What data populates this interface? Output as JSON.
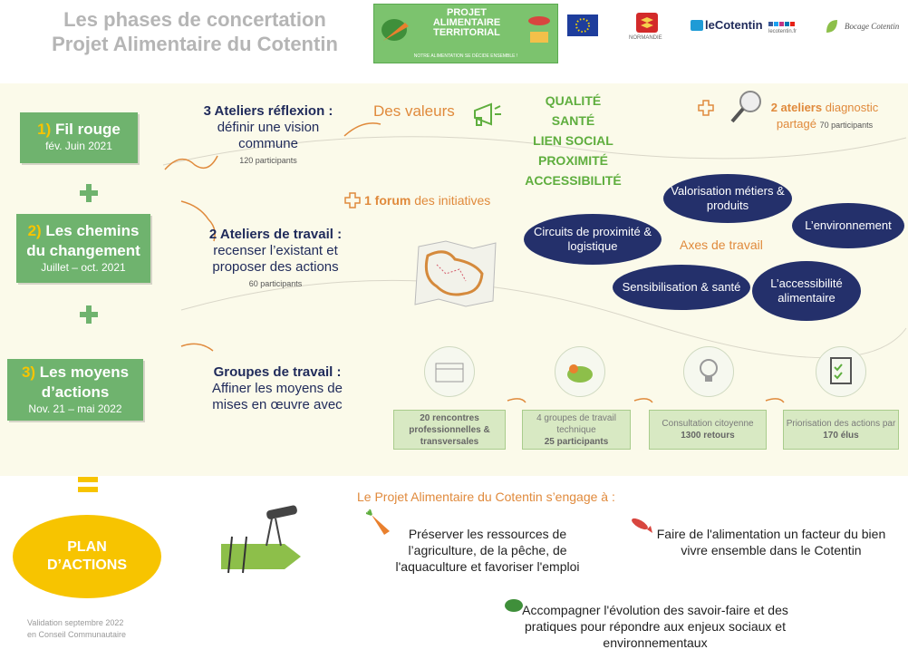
{
  "header": {
    "title_line1": "Les phases de concertation",
    "title_line2": "Projet Alimentaire du Cotentin",
    "banner_title_1": "PROJET",
    "banner_title_2": "ALIMENTAIRE",
    "banner_title_3": "TERRITORIAL",
    "banner_sub": "NOTRE ALIMENTATION SE DÉCIDE ENSEMBLE !",
    "logo_normandie": "NORMANDIE",
    "logo_lecotentin": "leCotentin",
    "logo_lecotentin_web": "lecotentin.fr",
    "logo_bocage": "Bocage Cotentin"
  },
  "phases": [
    {
      "num": "1)",
      "title_a": "Fil rouge",
      "title_b": "",
      "dates": "fév. Juin 2021"
    },
    {
      "num": "2)",
      "title_a": "Les chemins",
      "title_b": "du changement",
      "dates": "Juillet – oct. 2021"
    },
    {
      "num": "3)",
      "title_a": "Les moyens",
      "title_b": "d’actions",
      "dates": "Nov. 21 – mai 2022"
    }
  ],
  "ateliers": {
    "reflexion_bold": "3 Ateliers réflexion :",
    "reflexion_text": "définir une vision commune",
    "reflexion_count": "120 participants",
    "travail_bold": "2 Ateliers de travail :",
    "travail_text": "recenser l’existant et proposer des actions",
    "travail_count": "60 participants",
    "groupes_bold": "Groupes de travail :",
    "groupes_text": "Affiner les moyens de mises en œuvre avec"
  },
  "valeurs": {
    "label": "Des valeurs",
    "items": [
      "QUALITÉ",
      "SANTÉ",
      "LIEN SOCIAL",
      "PROXIMITÉ",
      "ACCESSIBILITÉ"
    ]
  },
  "diagnostic": {
    "bold": "2 ateliers",
    "text": "diagnostic partagé",
    "count": "70 participants"
  },
  "forum": {
    "bold": "1 forum",
    "text": "des initiatives"
  },
  "axes": {
    "label": "Axes de travail",
    "items": [
      "Valorisation métiers & produits",
      "Circuits de proximité & logistique",
      "L’environnement",
      "Sensibilisation & santé",
      "L’accessibilité alimentaire"
    ]
  },
  "stats": [
    {
      "text": "20 rencontres professionnelles & transversales",
      "bold": ""
    },
    {
      "text": "4 groupes de travail technique",
      "bold": "25 participants"
    },
    {
      "text": "Consultation citoyenne",
      "bold": "1300 retours"
    },
    {
      "text": "Priorisation des actions par",
      "bold": "170 élus"
    }
  ],
  "plan": {
    "line1": "PLAN",
    "line2": "D’ACTIONS"
  },
  "engagement": {
    "title": "Le Projet Alimentaire du Cotentin s’engage à :",
    "item1": "Préserver les ressources de l’agriculture, de la pêche, de l'aquaculture et favoriser l'emploi",
    "item2": "Faire de l'alimentation un facteur du bien vivre ensemble dans le Cotentin",
    "item3": "Accompagner l'évolution des savoir-faire et des pratiques pour répondre aux enjeux sociaux et environnementaux"
  },
  "validation": {
    "line1": "Validation septembre 2022",
    "line2": "en Conseil Communautaire"
  }
}
